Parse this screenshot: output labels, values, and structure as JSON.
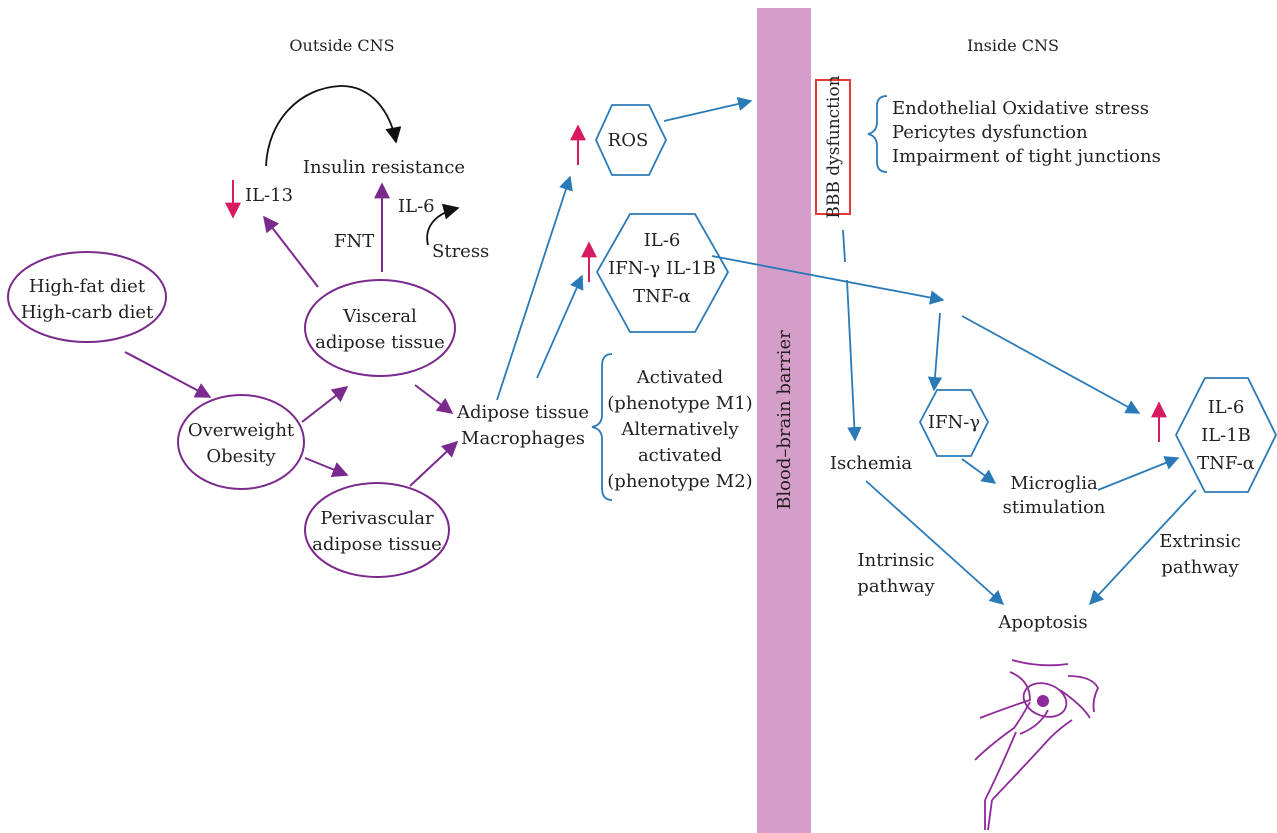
{
  "headers": {
    "outside": "Outside CNS",
    "inside": "Inside CNS"
  },
  "barrier": {
    "label": "Blood–brain barrier"
  },
  "nodes": {
    "diet_line1": "High-fat diet",
    "diet_line2": "High-carb diet",
    "obesity_line1": "Overweight",
    "obesity_line2": "Obesity",
    "visceral_line1": "Visceral",
    "visceral_line2": "adipose tissue",
    "perivascular_line1": "Perivascular",
    "perivascular_line2": "adipose tissue",
    "insulin_resistance": "Insulin resistance",
    "il13": "IL-13",
    "fnt": "FNT",
    "il6_left": "IL-6",
    "stress": "Stress",
    "macrophages_line1": "Adipose tissue",
    "macrophages_line2": "Macrophages",
    "m1_line1": "Activated",
    "m1_line2": "(phenotype M1)",
    "m2_line1": "Alternatively",
    "m2_line2": "activated",
    "m2_line3": "(phenotype M2)",
    "ros": "ROS",
    "cyto_left_line1": "IL-6",
    "cyto_left_line2": "IFN-γ IL-1B",
    "cyto_left_line3": "TNF-α",
    "bbb_dysfunction": "BBB dysfunction",
    "bbb_effect1": "Endothelial Oxidative stress",
    "bbb_effect2": "Pericytes dysfunction",
    "bbb_effect3": "Impairment of tight junctions",
    "ifn_gamma": "IFN-γ",
    "cyto_right_line1": "IL-6",
    "cyto_right_line2": "IL-1B",
    "cyto_right_line3": "TNF-α",
    "ischemia": "Ischemia",
    "microglia_line1": "Microglia",
    "microglia_line2": "stimulation",
    "intrinsic_line1": "Intrinsic",
    "intrinsic_line2": "pathway",
    "extrinsic_line1": "Extrinsic",
    "extrinsic_line2": "pathway",
    "apoptosis": "Apoptosis"
  },
  "colors": {
    "purple": "#7a2a8c",
    "blue": "#2a7ab8",
    "pink_up_down": "#d81b60",
    "barrier": "#d59ec8",
    "bbb_box": "#e53935"
  }
}
